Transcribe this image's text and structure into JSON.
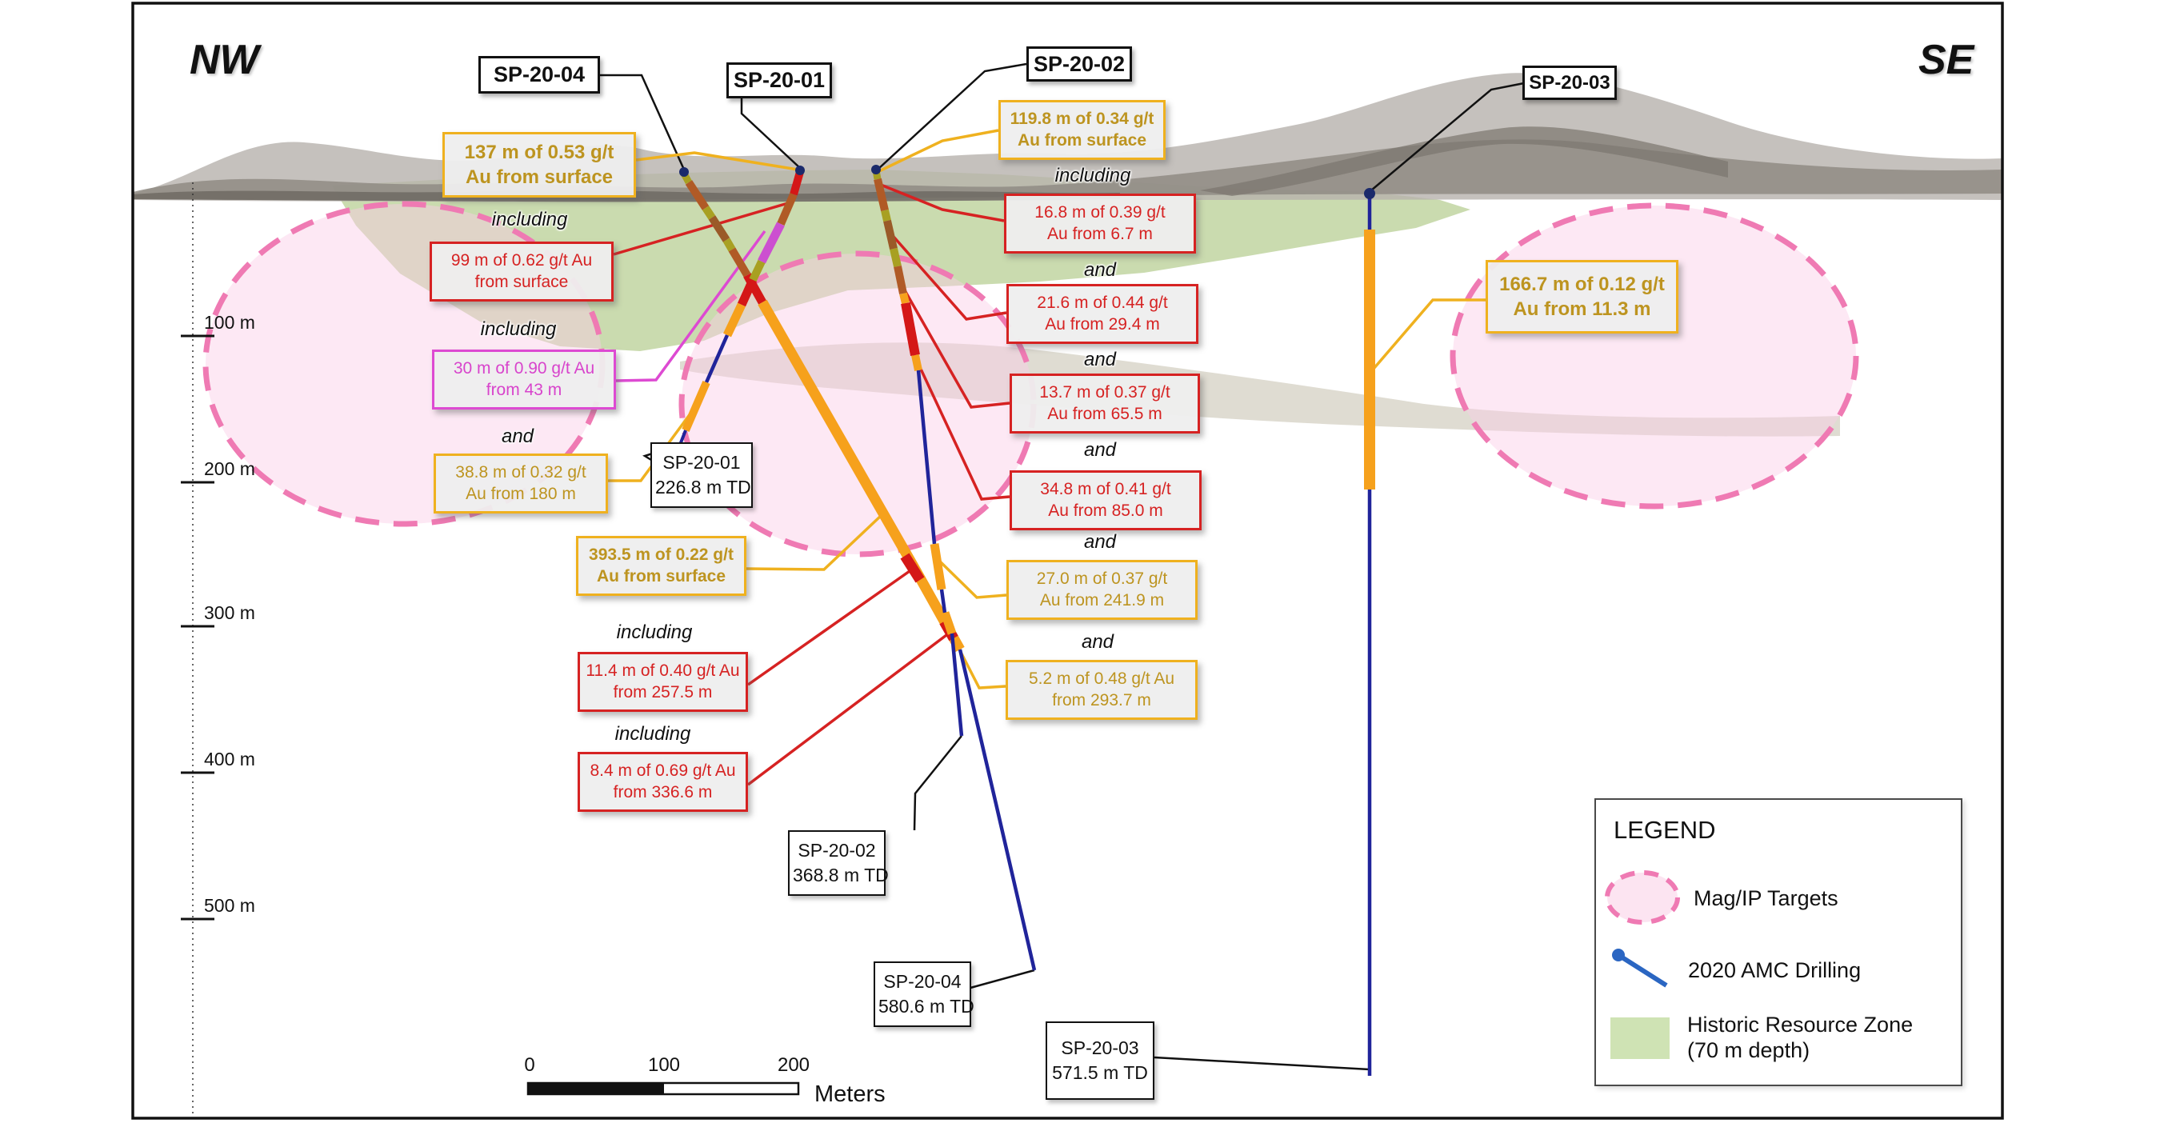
{
  "directions": {
    "nw": "NW",
    "se": "SE"
  },
  "holes": {
    "sp2004": {
      "label": "SP-20-04",
      "td1": "SP-20-04",
      "td2": "580.6 m TD"
    },
    "sp2001": {
      "label": "SP-20-01",
      "td1": "SP-20-01",
      "td2": "226.8 m TD"
    },
    "sp2002": {
      "label": "SP-20-02",
      "td1": "SP-20-02",
      "td2": "368.8 m TD"
    },
    "sp2003": {
      "label": "SP-20-03",
      "td1": "SP-20-03",
      "td2": "571.5 m TD"
    }
  },
  "callouts": {
    "c137": {
      "l1": "137 m of 0.53 g/t",
      "l2": "Au from surface"
    },
    "c99": {
      "l1": "99 m of 0.62 g/t Au",
      "l2": "from surface"
    },
    "c30": {
      "l1": "30 m of 0.90 g/t Au",
      "l2": "from 43 m"
    },
    "c38": {
      "l1": "38.8 m of 0.32 g/t",
      "l2": "Au from 180 m"
    },
    "c393": {
      "l1": "393.5 m of 0.22 g/t",
      "l2": "Au from surface"
    },
    "c114": {
      "l1": "11.4 m of 0.40 g/t Au",
      "l2": "from 257.5 m"
    },
    "c84": {
      "l1": "8.4 m of 0.69 g/t Au",
      "l2": "from 336.6 m"
    },
    "c119": {
      "l1": "119.8 m of 0.34 g/t",
      "l2": "Au from surface"
    },
    "c168": {
      "l1": "16.8 m of 0.39 g/t",
      "l2": "Au from 6.7 m"
    },
    "c216": {
      "l1": "21.6 m of 0.44 g/t",
      "l2": "Au from 29.4 m"
    },
    "c137b": {
      "l1": "13.7 m of 0.37 g/t",
      "l2": "Au from 65.5 m"
    },
    "c348": {
      "l1": "34.8 m of 0.41 g/t",
      "l2": "Au from 85.0 m"
    },
    "c270": {
      "l1": "27.0 m of 0.37 g/t",
      "l2": "Au from 241.9 m"
    },
    "c52": {
      "l1": "5.2 m of 0.48 g/t Au",
      "l2": "from 293.7 m"
    },
    "c166": {
      "l1": "166.7 m of 0.12 g/t",
      "l2": "Au from 11.3 m"
    }
  },
  "connectors": [
    "including",
    "including",
    "and",
    "including",
    "including",
    "including",
    "and",
    "and",
    "and",
    "and",
    "and"
  ],
  "depth_axis": {
    "labels": [
      "100 m",
      "200 m",
      "300 m",
      "400 m",
      "500 m"
    ]
  },
  "scale_bar": {
    "t0": "0",
    "t100": "100",
    "t200": "200",
    "unit": "Meters"
  },
  "legend": {
    "title": "LEGEND",
    "item1": "Mag/IP Targets",
    "item2": "2020 AMC Drilling",
    "item3a": "Historic Resource Zone",
    "item3b": "(70 m depth)"
  },
  "colors": {
    "gold": "#efb11f",
    "red": "#d62222",
    "magenta": "#dd4ad2",
    "drill_navy": "#20249a",
    "interval_orange": "#f6a11c",
    "resource_green": "#c5d8a8",
    "target_pink": "#ef7ab3"
  }
}
